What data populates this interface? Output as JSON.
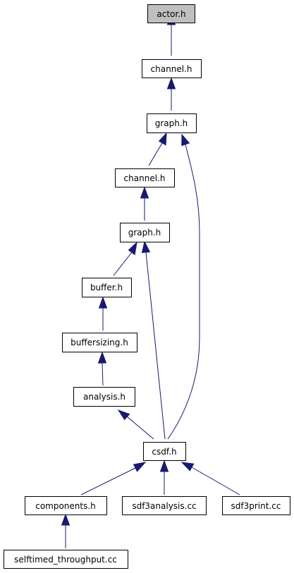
{
  "graph": {
    "nodes": {
      "actor_h": "actor.h",
      "channel_h_1": "channel.h",
      "graph_h_1": "graph.h",
      "channel_h_2": "channel.h",
      "graph_h_2": "graph.h",
      "buffer_h": "buffer.h",
      "buffersizing_h": "buffersizing.h",
      "analysis_h": "analysis.h",
      "csdf_h": "csdf.h",
      "components_h": "components.h",
      "sdf3analysis_cc": "sdf3analysis.cc",
      "sdf3print_cc": "sdf3print.cc",
      "selftimed_throughput_cc": "selftimed_throughput.cc"
    },
    "colors": {
      "edge": "#191970",
      "root_fill": "#bfbfbf",
      "node_fill": "#ffffff",
      "border": "#000000"
    }
  }
}
